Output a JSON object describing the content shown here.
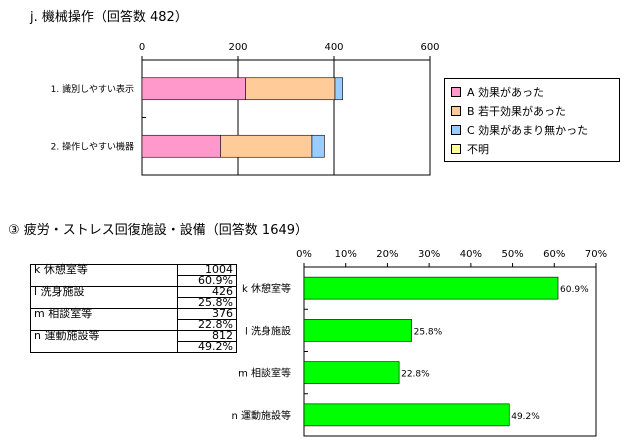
{
  "section_j": {
    "title": "j. 機械操作（回答数 482）"
  },
  "section_3": {
    "title": "③ 疲労・ストレス回復施設・設備（回答数 1649）"
  },
  "stats_table": {
    "rows": [
      {
        "label": "k 休憩室等",
        "count": "1004",
        "percent": "60.9%"
      },
      {
        "label": "l 洗身施設",
        "count": "426",
        "percent": "25.8%"
      },
      {
        "label": "m 相談室等",
        "count": "376",
        "percent": "22.8%"
      },
      {
        "label": "n 運動施設等",
        "count": "812",
        "percent": "49.2%"
      }
    ]
  },
  "chart_data": [
    {
      "type": "bar",
      "orientation": "horizontal",
      "stacked": true,
      "categories": [
        "1. 識別しやすい表示",
        "2. 操作しやすい機器"
      ],
      "series": [
        {
          "name": "A 効果があった",
          "color": "#ff99cc",
          "values": [
            216,
            164
          ]
        },
        {
          "name": "B 若干効果があった",
          "color": "#ffcc99",
          "values": [
            186,
            190
          ]
        },
        {
          "name": "C 効果があまり無かった",
          "color": "#99ccff",
          "values": [
            16,
            26
          ]
        },
        {
          "name": "不明",
          "color": "#ffff99",
          "values": [
            0,
            0
          ]
        }
      ],
      "xlim": [
        0,
        600
      ],
      "xticks": [
        "0",
        "200",
        "400",
        "600"
      ],
      "legend": "right"
    },
    {
      "type": "bar",
      "orientation": "horizontal",
      "categories": [
        "k 休憩室等",
        "l 洗身施設",
        "m 相談室等",
        "n 運動施設等"
      ],
      "values": [
        60.9,
        25.8,
        22.8,
        49.2
      ],
      "value_labels": [
        "60.9%",
        "25.8%",
        "22.8%",
        "49.2%"
      ],
      "xlim": [
        0,
        70
      ],
      "xticks": [
        "0%",
        "10%",
        "20%",
        "30%",
        "40%",
        "50%",
        "60%",
        "70%"
      ],
      "bar_color": "#00ff00"
    }
  ]
}
